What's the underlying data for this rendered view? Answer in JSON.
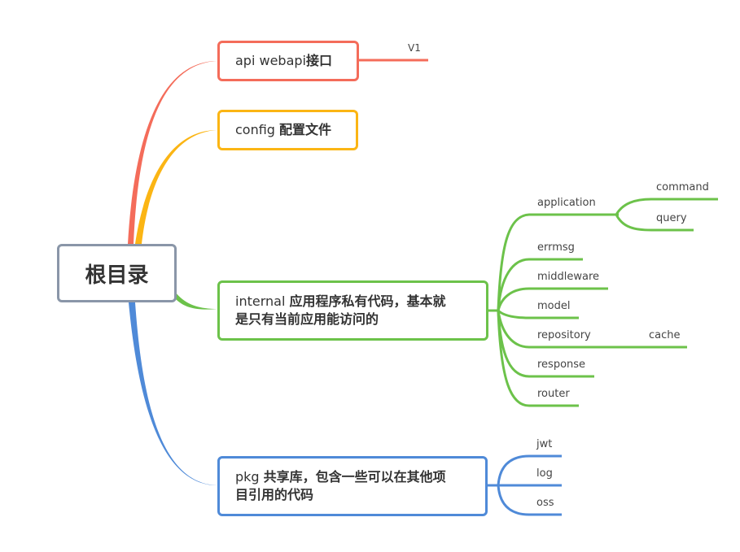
{
  "colors": {
    "root_border": "#8a96a8",
    "api": "#f46c5a",
    "config": "#fbb514",
    "internal": "#6cc24a",
    "pkg": "#4f8ad8",
    "text": "#333333"
  },
  "root": {
    "label": "根目录"
  },
  "branches": {
    "api": {
      "label_en": "api webapi",
      "label_cn": "接口",
      "children": [
        {
          "label": "V1"
        }
      ]
    },
    "config": {
      "label_en": "config ",
      "label_cn": "配置文件",
      "children": []
    },
    "internal": {
      "label_en": "internal ",
      "label_cn_line1": "应用程序私有代码，基本就",
      "label_cn_line2": "是只有当前应用能访问的",
      "children": [
        {
          "label": "application",
          "children": [
            {
              "label": "command"
            },
            {
              "label": "query"
            }
          ]
        },
        {
          "label": "errmsg"
        },
        {
          "label": "middleware"
        },
        {
          "label": "model"
        },
        {
          "label": "repository",
          "children": [
            {
              "label": "cache"
            }
          ]
        },
        {
          "label": "response"
        },
        {
          "label": "router"
        }
      ]
    },
    "pkg": {
      "label_en": "pkg ",
      "label_cn_line1": "共享库，包含一些可以在其他项",
      "label_cn_line2": "目引用的代码",
      "children": [
        {
          "label": "jwt"
        },
        {
          "label": "log"
        },
        {
          "label": "oss"
        }
      ]
    }
  }
}
